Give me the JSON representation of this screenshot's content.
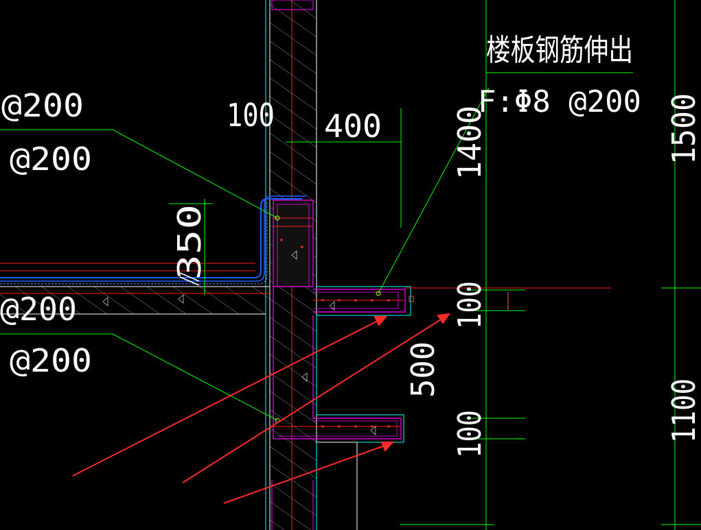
{
  "labels": {
    "slab_rebar_note": "楼板钢筋伸出",
    "slab_rebar_spec": "F:Φ8 @200",
    "rebar_top_left_1": "@200",
    "rebar_top_left_2": "@200",
    "rebar_bottom_left_1": "@200",
    "rebar_bottom_left_2": "@200"
  },
  "dimensions": {
    "d100_top": "100",
    "d400": "400",
    "d350": "350",
    "d1400": "1400",
    "d1500": "1500",
    "d100_mid": "100",
    "d500": "500",
    "d100_low": "100",
    "d1100": "1100"
  },
  "colors": {
    "background": "#000000",
    "leader_green": "#00ff00",
    "dimension_green": "#00ff00",
    "outline_cyan": "#00ffff",
    "outline_magenta": "#ff00ff",
    "rebar_red": "#ff2020",
    "rebar_blue": "#2060ff",
    "arrow_red": "#ff2a2a",
    "text_white": "#ffffff",
    "hatch_gray": "#8a8a8a"
  }
}
